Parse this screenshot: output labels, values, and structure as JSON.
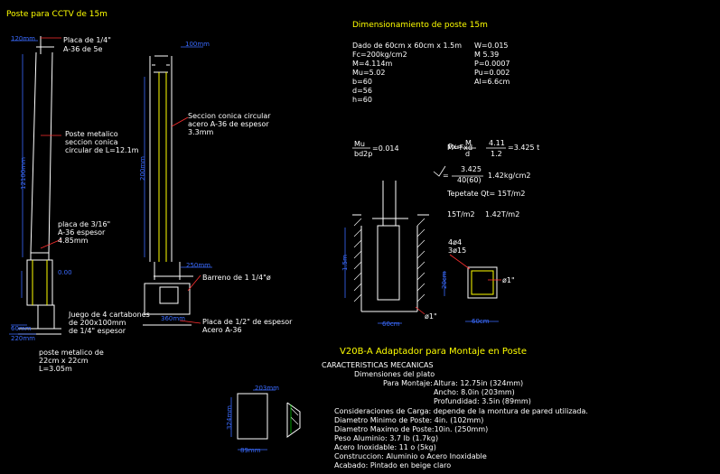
{
  "titles": {
    "poste_cctv": "Poste para CCTV de 15m",
    "dimensionamiento": "Dimensionamiento de poste 15m",
    "adaptador": "V20B-A Adaptador para Montaje en Poste",
    "caracteristicas": "CARACTERISTICAS MECANICAS",
    "dimensiones_plato": "Dimensiones del plato"
  },
  "left_notes": {
    "placa_14": "Placa de 1/4\"",
    "placa_14_b": "A-36 de 5e",
    "poste_metalico": "Poste metalico",
    "poste_metalico_b": "seccion conica",
    "poste_metalico_c": "circular de L=12.1m",
    "placa_316": "placa de 3/16\"",
    "placa_316_b": "A-36 espesor",
    "placa_316_c": "4.85mm",
    "juego": "Juego de 4 cartabones",
    "juego_b": "de 200x100mm",
    "juego_c": "de 1/4\" espesor",
    "poste_base": "poste metalico de",
    "poste_base_b": "22cm x 22cm",
    "poste_base_c": "L=3.05m"
  },
  "mid_notes": {
    "seccion": "Seccion conica circular",
    "seccion_b": "acero A-36 de espesor",
    "seccion_c": "3.3mm",
    "barreno": "Barreno de 1 1/4\"ø",
    "placa_12": "Placa de 1/2\" de espesor",
    "placa_12_b": "Acero A-36"
  },
  "calc": {
    "l1a": "Dado de 60cm x 60cm x 1.5m",
    "l1b": "W=0.015",
    "l2a": "Fc=200kg/cm2",
    "l2b": "M 5.39",
    "l3a": "M=4.114m",
    "l3b": "P=0.0007",
    "l4a": "Mu=5.02",
    "l4b": "Pu=0.002",
    "l5a": "b=60",
    "l5b": "Al=6.6cm",
    "l6": "d=56",
    "l7": "h=60",
    "frac_mu": "Mu",
    "frac_bd2p": "bd2p",
    "frac_result": "=0.014",
    "mfxd": "M=Fxd",
    "fx": "Fx=",
    "fx_m": "M",
    "fx_d": "d",
    "fx_num": "4.11",
    "fx_den": "1.2",
    "fx_res": "=3.425  t",
    "sig": "=",
    "sig_num": "3.425",
    "sig_den": "40(60)",
    "sig_res": "1.42kg/cm2",
    "tepetate": "Tepetate Qt=  15T/m2",
    "comp_a": "15T/m2",
    "comp_b": "1.42T/m2"
  },
  "section_labels": {
    "rebar": "4ø4",
    "rebar_b": "3ø15",
    "phi1": "ø1\"",
    "phi1_b": "ø1\""
  },
  "specs": {
    "montaje_lbl": "Para Montaje:",
    "altura": "Altura: 12.75in (324mm)",
    "ancho": "Ancho: 8.0in (203mm)",
    "profundidad": "Profundidad: 3.5in (89mm)",
    "s1": "Consideraciones de Carga: depende de la montura de pared utilizada.",
    "s2": "Diametro Minimo de Poste: 4in. (102mm)",
    "s3": "Diametro Maximo de Poste:10in. (250mm)",
    "s4": "Peso Aluminio: 3.7 lb (1.7kg)",
    "s5": "Acero Inoxidable: 11 o (5kg)",
    "s6": "Construccion: Aluminio o Acero Inoxidable",
    "s7": "Acabado: Pintado en beige claro"
  },
  "dims": {
    "d120": "120mm",
    "d100": "100mm",
    "d250": "250mm",
    "d360": "360mm",
    "d60": "60mm",
    "d220": "220mm",
    "d12100": "12100mm",
    "d0": "0.00",
    "d60a": "60cm",
    "d60b": "60cm",
    "d150": "1.5m",
    "d20": "20cm",
    "d200": "200mm",
    "d203": "203mm",
    "d324": "324mm",
    "d89": "89mm"
  },
  "colors": {
    "background": "#000000",
    "line": "#ffffff",
    "text": "#ffffff",
    "dimension": "#3a6bff",
    "accent_yellow": "#ffff00",
    "accent_cyan": "#00ffff",
    "accent_green": "#00ff00",
    "accent_red": "#ff3030"
  }
}
